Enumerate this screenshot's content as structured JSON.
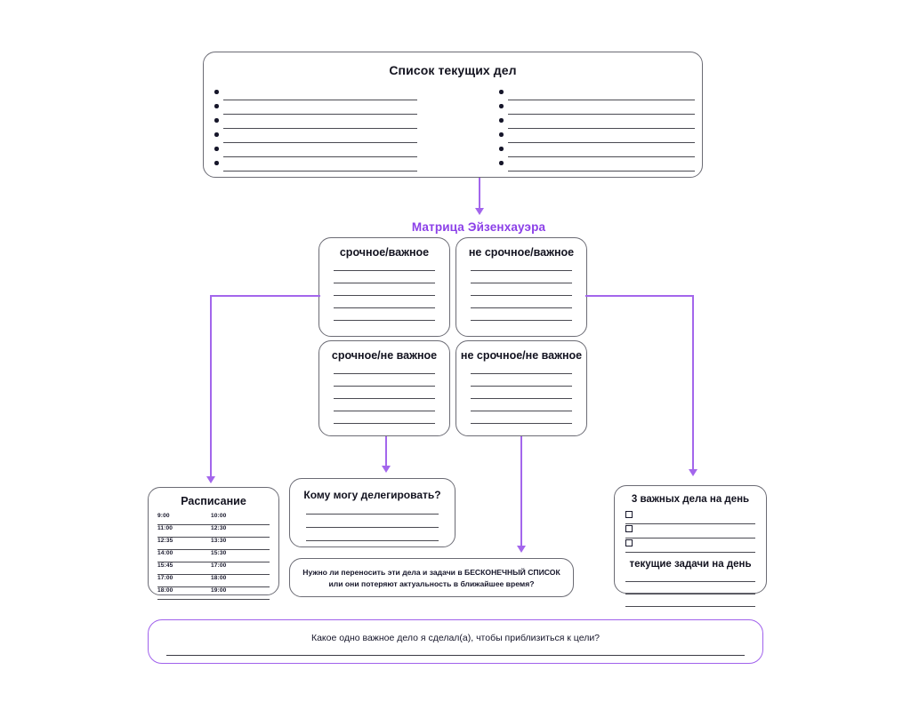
{
  "page": {
    "background": "#ffffff",
    "accent_color": "#a061ec",
    "matrix_label_color": "#8b3fe8",
    "connector_color": "#a366ec",
    "ink_color": "#16162a"
  },
  "todo_card": {
    "title": "Список текущих дел",
    "left_rows": 6,
    "right_rows": 6
  },
  "matrix": {
    "label": "Матрица Эйзенхауэра",
    "quadrants": [
      {
        "id": "urgent-important",
        "title": "срочное/важное",
        "lines": 5
      },
      {
        "id": "not-urgent-important",
        "title": "не срочное/важное",
        "lines": 5
      },
      {
        "id": "urgent-not-important",
        "title": "срочное/не важное",
        "lines": 5
      },
      {
        "id": "not-urgent-not-important",
        "title": "не срочное/не важное",
        "lines": 5
      }
    ]
  },
  "schedule": {
    "title": "Расписание",
    "rows": [
      {
        "start": "9:00",
        "end": "10:00"
      },
      {
        "start": "11:00",
        "end": "12:30"
      },
      {
        "start": "12:35",
        "end": "13:30"
      },
      {
        "start": "14:00",
        "end": "15:30"
      },
      {
        "start": "15:45",
        "end": "17:00"
      },
      {
        "start": "17:00",
        "end": "18:00"
      },
      {
        "start": "18:00",
        "end": "19:00"
      }
    ]
  },
  "delegate": {
    "title": "Кому могу делегировать?",
    "lines": 3
  },
  "infinite_list": {
    "text": "Нужно ли переносить эти дела и задачи в БЕСКОНЕЧНЫЙ СПИСОК или они потеряют актуальность в ближайшее время?"
  },
  "three_important": {
    "title": "3 важных дела на день",
    "checkbox_rows": 3,
    "current_tasks_title": "текущие задачи на день",
    "current_tasks_lines": 3
  },
  "goal_bar": {
    "question": "Какое одно важное дело я сделал(а), чтобы приблизиться к цели?"
  }
}
